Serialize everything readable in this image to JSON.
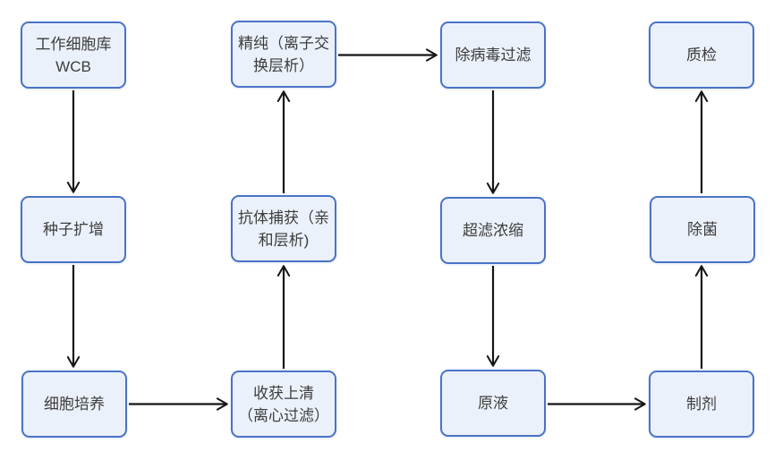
{
  "diagram": {
    "description": "Antibody production bioprocess flowchart",
    "colors": {
      "background": "#FFFFFF",
      "node_fill": "#EBF1FA",
      "node_border": "#4A73C8",
      "node_text": "#3D3D3D",
      "arrow": "#151515"
    },
    "nodes": [
      {
        "id": "wcb",
        "label": "工作细胞库\nWCB"
      },
      {
        "id": "purification",
        "label": "精纯（离子交\n换层析）"
      },
      {
        "id": "viral-filtration",
        "label": "除病毒过滤"
      },
      {
        "id": "quality-check",
        "label": "质检"
      },
      {
        "id": "seed-expansion",
        "label": "种子扩增"
      },
      {
        "id": "antibody-capture",
        "label": "抗体捕获（亲\n和层析)"
      },
      {
        "id": "ultrafiltration",
        "label": "超滤浓缩"
      },
      {
        "id": "sterile-filtration",
        "label": "除菌"
      },
      {
        "id": "cell-culture",
        "label": "细胞培养"
      },
      {
        "id": "harvest",
        "label": "收获上清\n（离心过滤）"
      },
      {
        "id": "bulk-solution",
        "label": "原液"
      },
      {
        "id": "formulation",
        "label": "制剂"
      }
    ],
    "edges": [
      {
        "from": "wcb",
        "to": "seed-expansion",
        "direction": "down"
      },
      {
        "from": "seed-expansion",
        "to": "cell-culture",
        "direction": "down"
      },
      {
        "from": "cell-culture",
        "to": "harvest",
        "direction": "right"
      },
      {
        "from": "harvest",
        "to": "antibody-capture",
        "direction": "up"
      },
      {
        "from": "antibody-capture",
        "to": "purification",
        "direction": "up"
      },
      {
        "from": "purification",
        "to": "viral-filtration",
        "direction": "right"
      },
      {
        "from": "viral-filtration",
        "to": "ultrafiltration",
        "direction": "down"
      },
      {
        "from": "ultrafiltration",
        "to": "bulk-solution",
        "direction": "down"
      },
      {
        "from": "bulk-solution",
        "to": "formulation",
        "direction": "right"
      },
      {
        "from": "formulation",
        "to": "sterile-filtration",
        "direction": "up"
      },
      {
        "from": "sterile-filtration",
        "to": "quality-check",
        "direction": "up"
      }
    ]
  }
}
